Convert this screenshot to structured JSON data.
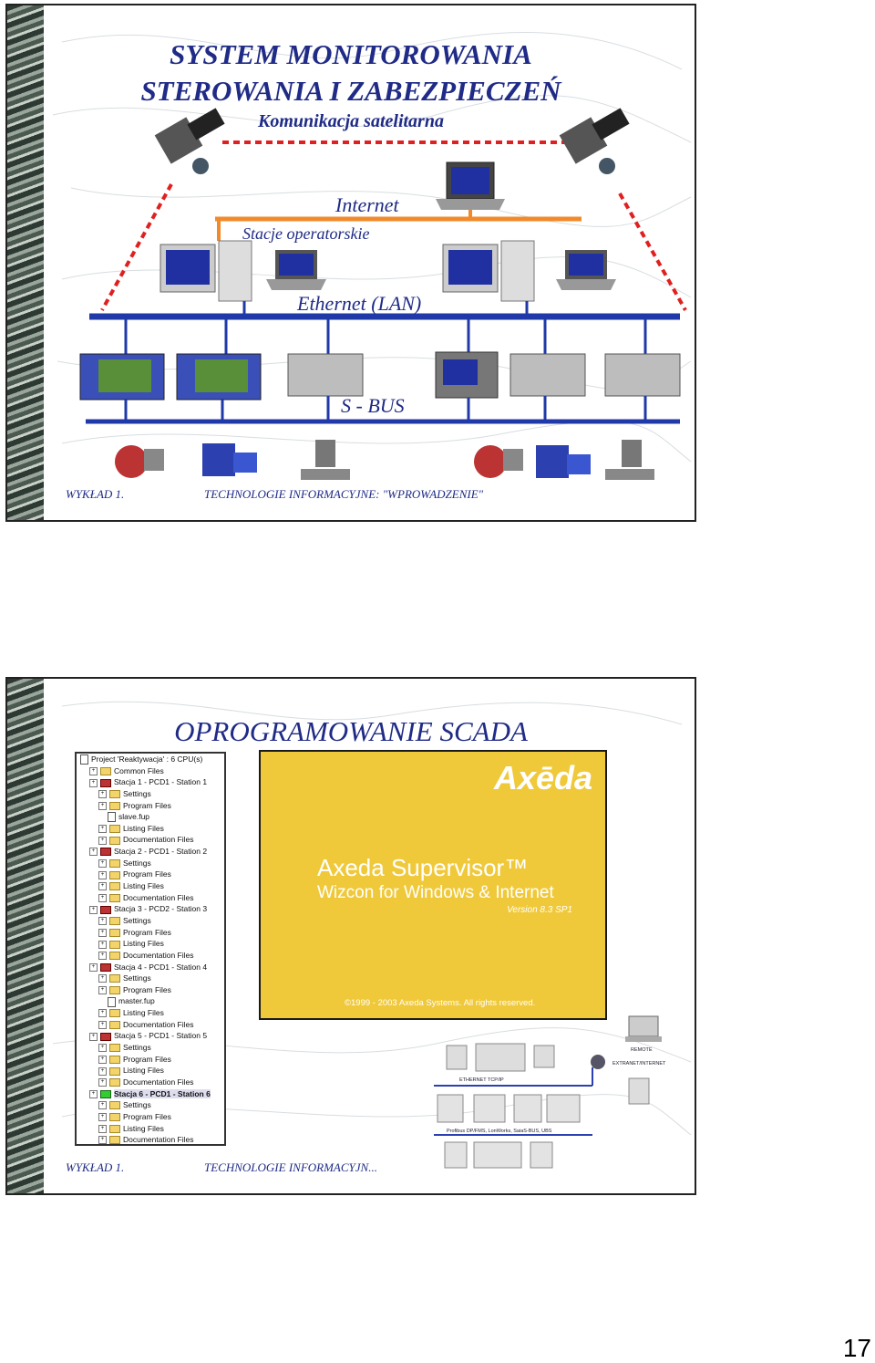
{
  "slide1": {
    "title_line1": "SYSTEM MONITOROWANIA",
    "title_line2": "STEROWANIA I ZABEZPIECZEŃ",
    "subtitle": "Komunikacja satelitarna",
    "internet_label": "Internet",
    "stations_label": "Stacje operatorskie",
    "ethernet_label": "Ethernet (LAN)",
    "sbus_label": "S - BUS",
    "footer_left": "WYKŁAD 1.",
    "footer_right": "TECHNOLOGIE INFORMACYJNE: \"WPROWADZENIE\"",
    "colors": {
      "title": "#1f2b86",
      "internet_line": "#f08a2a",
      "bus": "#1f3aa8",
      "dashed": "#e02020"
    }
  },
  "slide2": {
    "title": "OPROGRAMOWANIE SCADA",
    "tree": [
      {
        "level": 0,
        "icon": "doc",
        "label": "Project 'Reaktywacja' : 6 CPU(s)"
      },
      {
        "level": 1,
        "icon": "folder",
        "label": "Common Files"
      },
      {
        "level": 1,
        "icon": "cpu",
        "label": "Stacja 1 - PCD1 - Station 1"
      },
      {
        "level": 2,
        "icon": "folder",
        "label": "Settings"
      },
      {
        "level": 2,
        "icon": "folder",
        "label": "Program Files"
      },
      {
        "level": 3,
        "icon": "doc",
        "label": "slave.fup"
      },
      {
        "level": 2,
        "icon": "folder",
        "label": "Listing Files"
      },
      {
        "level": 2,
        "icon": "folder",
        "label": "Documentation Files"
      },
      {
        "level": 1,
        "icon": "cpu",
        "label": "Stacja 2 - PCD1 - Station 2"
      },
      {
        "level": 2,
        "icon": "folder",
        "label": "Settings"
      },
      {
        "level": 2,
        "icon": "folder",
        "label": "Program Files"
      },
      {
        "level": 2,
        "icon": "folder",
        "label": "Listing Files"
      },
      {
        "level": 2,
        "icon": "folder",
        "label": "Documentation Files"
      },
      {
        "level": 1,
        "icon": "cpu",
        "label": "Stacja 3 - PCD2 - Station 3"
      },
      {
        "level": 2,
        "icon": "folder",
        "label": "Settings"
      },
      {
        "level": 2,
        "icon": "folder",
        "label": "Program Files"
      },
      {
        "level": 2,
        "icon": "folder",
        "label": "Listing Files"
      },
      {
        "level": 2,
        "icon": "folder",
        "label": "Documentation Files"
      },
      {
        "level": 1,
        "icon": "cpu",
        "label": "Stacja 4 - PCD1 - Station 4"
      },
      {
        "level": 2,
        "icon": "folder",
        "label": "Settings"
      },
      {
        "level": 2,
        "icon": "folder",
        "label": "Program Files"
      },
      {
        "level": 3,
        "icon": "doc",
        "label": "master.fup"
      },
      {
        "level": 2,
        "icon": "folder",
        "label": "Listing Files"
      },
      {
        "level": 2,
        "icon": "folder",
        "label": "Documentation Files"
      },
      {
        "level": 1,
        "icon": "cpu",
        "label": "Stacja 5 - PCD1 - Station 5"
      },
      {
        "level": 2,
        "icon": "folder",
        "label": "Settings"
      },
      {
        "level": 2,
        "icon": "folder",
        "label": "Program Files"
      },
      {
        "level": 2,
        "icon": "folder",
        "label": "Listing Files"
      },
      {
        "level": 2,
        "icon": "folder",
        "label": "Documentation Files"
      },
      {
        "level": 1,
        "icon": "cpu-active",
        "label": "Stacja 6 - PCD1 - Station 6",
        "selected": true
      },
      {
        "level": 2,
        "icon": "folder",
        "label": "Settings"
      },
      {
        "level": 2,
        "icon": "folder",
        "label": "Program Files"
      },
      {
        "level": 2,
        "icon": "folder",
        "label": "Listing Files"
      },
      {
        "level": 2,
        "icon": "folder",
        "label": "Documentation Files"
      }
    ],
    "splash": {
      "brand": "Axēda",
      "product": "Axeda Supervisor™",
      "product_sub": "Wizcon for Windows & Internet",
      "version": "Version 8.3 SP1",
      "copyright": "©1999 - 2003 Axeda Systems. All rights reserved.",
      "bg_color": "#f0c93a"
    },
    "network": {
      "remote_label": "REMOTE",
      "extranet_label": "EXTRANET/INTERNET",
      "ethernet_label": "ETHERNET TCP/IP",
      "fieldbus_label": "Profibus DP/FMS, LonWorks, SaiaS-BUS, UBS"
    },
    "footer_left": "WYKŁAD 1.",
    "footer_right": "TECHNOLOGIE INFORMACYJN..."
  },
  "page_number": "17"
}
